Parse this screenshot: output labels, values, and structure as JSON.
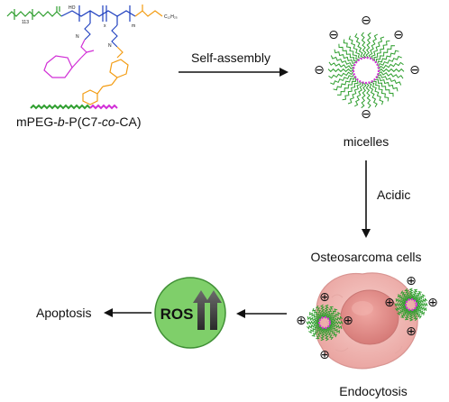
{
  "polymer": {
    "name_parts": [
      "mPEG-",
      "b",
      "-P(C7-",
      "co",
      "-CA)"
    ],
    "subscript_n": "113",
    "subscript_m": "m",
    "subscript_x": "x",
    "chain_label_c": "C",
    "chain_label_n": "N"
  },
  "steps": {
    "self_assembly": "Self-assembly",
    "micelles": "micelles",
    "acidic": "Acidic",
    "osteosarcoma": "Osteosarcoma cells",
    "endocytosis": "Endocytosis",
    "apoptosis": "Apoptosis"
  },
  "ros": {
    "label": "ROS"
  },
  "charges": {
    "negative": "⊖",
    "positive": "⊕"
  },
  "colors": {
    "peg": "#2e9e2e",
    "backbone": "#1e3fbf",
    "c7": "#d12fd6",
    "ca": "#f39c12",
    "ros_fill": "#7fcf6a",
    "cell": "#f2b8b5",
    "nucleus": "#e58c8c"
  }
}
